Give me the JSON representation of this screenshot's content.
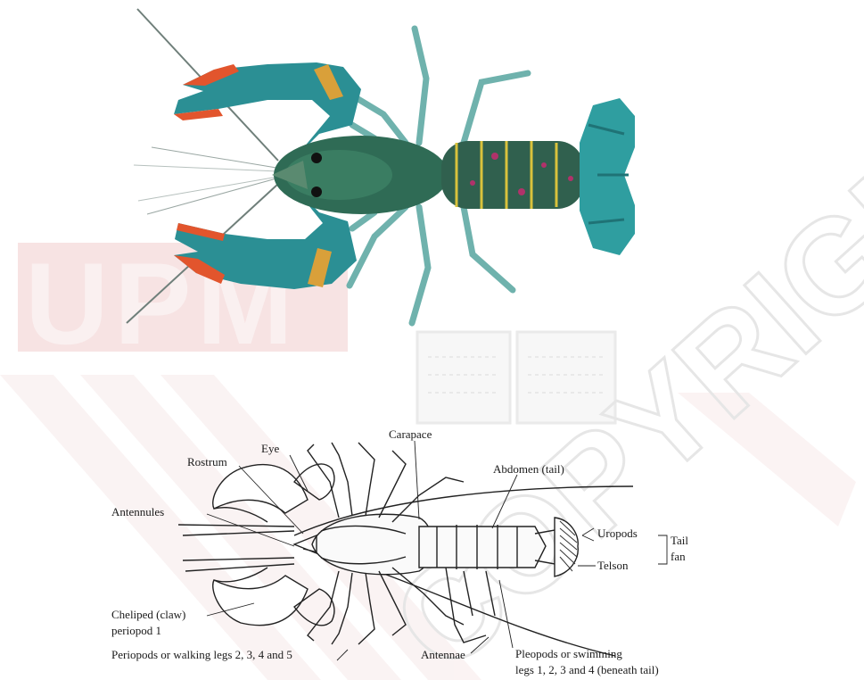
{
  "watermark": {
    "logo_text": "UPM",
    "diagonal_text": "COPYRIGHT UPM",
    "colors": {
      "logo": "#e7b3b3",
      "diagonal": "#ececec",
      "book": "#e9e9e9"
    }
  },
  "photo": {
    "subject": "crayfish-photo",
    "colors": {
      "body": "#2f6b55",
      "claw_tip": "#e2552d",
      "leg": "#5fa9a6",
      "tail": "#2f9ea0",
      "accent": "#d9c23c",
      "spot": "#b0326a"
    }
  },
  "diagram": {
    "labels": {
      "eye": "Eye",
      "carapace": "Carapace",
      "rostrum": "Rostrum",
      "abdomen": "Abdomen (tail)",
      "antennules": "Antennules",
      "uropods": "Uropods",
      "tail_fan_1": "Tail",
      "tail_fan_2": "fan",
      "telson": "Telson",
      "cheliped_1": "Cheliped (claw)",
      "cheliped_2": "periopod 1",
      "periopods": "Periopods or walking legs 2, 3, 4 and 5",
      "antennae": "Antennae",
      "pleopods_1": "Pleopods or swimming",
      "pleopods_2": "legs 1, 2, 3 and 4 (beneath tail)"
    }
  }
}
